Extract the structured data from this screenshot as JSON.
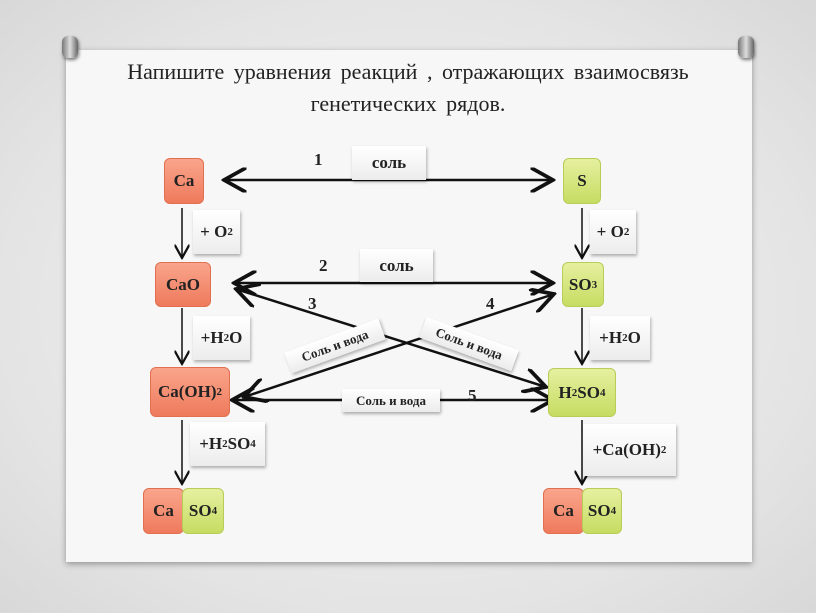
{
  "title": "Напишите уравнения реакций , отражающих взаимосвязь генетических рядов.",
  "left": {
    "ca": "Ca",
    "cao": "CaO",
    "caoh": "Ca(OH)",
    "caoh_sub": "2",
    "salt_ca": "Ca",
    "salt_so": "SO",
    "salt_so_sub": "4"
  },
  "right": {
    "s": "S",
    "so3": "SO",
    "so3_sub": "3",
    "h2": "H",
    "h2_sub": "2",
    "h2so4": "SO",
    "h2so4_sub": "4",
    "salt_ca": "Ca",
    "salt_so": "SO",
    "salt_so_sub": "4"
  },
  "labels": {
    "o2": "+ O",
    "o2_sub": "2",
    "h2o_a": "+H",
    "h2o_sub": "2",
    "h2o_b": "O",
    "h2so4_a": "+H",
    "h2so4_sub1": "2",
    "h2so4_b": " SO",
    "h2so4_sub2": "4",
    "caoh2": "+Ca(OH)",
    "caoh2_sub": "2",
    "salt": "соль",
    "salt_water": "Соль и вода"
  },
  "numbers": [
    "1",
    "2",
    "3",
    "4",
    "5"
  ]
}
